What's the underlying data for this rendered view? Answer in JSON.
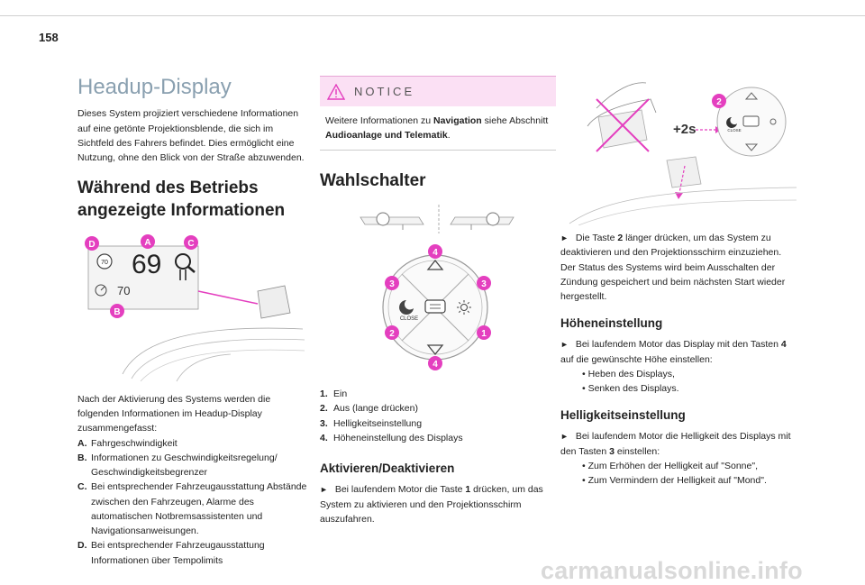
{
  "page_number": "158",
  "col1": {
    "title": "Headup-Display",
    "intro": "Dieses System projiziert verschiedene Informationen auf eine getönte Projektionsblende, die sich im Sichtfeld des Fahrers befindet. Dies ermöglicht eine Nutzung, ohne den Blick von der Straße abzuwenden.",
    "heading_line1": "Während des Betriebs",
    "heading_line2": "angezeigte Informationen",
    "display": {
      "speed": "69",
      "limit_sign": "70",
      "cruise": "70",
      "labels": [
        "D",
        "A",
        "C",
        "B"
      ]
    },
    "after": "Nach der Aktivierung des Systems werden die folgenden Informationen im Headup-Display zusammengefasst:",
    "items": [
      {
        "key": "A.",
        "text": "Fahrgeschwindigkeit"
      },
      {
        "key": "B.",
        "text": "Informationen zu Geschwindigkeitsregelung/ Geschwindigkeitsbegrenzer"
      },
      {
        "key": "C.",
        "text": "Bei entsprechender Fahrzeugausstattung Abstände zwischen den Fahrzeugen, Alarme des automatischen Notbremsassistenten und Navigationsanweisungen."
      },
      {
        "key": "D.",
        "text": "Bei entsprechender Fahrzeugausstattung Informationen über Tempolimits"
      }
    ]
  },
  "col2": {
    "notice_title": "NOTICE",
    "notice_pre": "Weitere Informationen zu ",
    "notice_bold1": "Navigation",
    "notice_mid": " siehe Abschnitt ",
    "notice_bold2": "Audioanlage und Telematik",
    "notice_end": ".",
    "heading": "Wahlschalter",
    "switch_labels": {
      "close": "CLOSE",
      "n1": "1",
      "n2": "2",
      "n3a": "3",
      "n3b": "3",
      "n4a": "4",
      "n4b": "4"
    },
    "items": [
      {
        "key": "1.",
        "text": "Ein"
      },
      {
        "key": "2.",
        "text": "Aus (lange drücken)"
      },
      {
        "key": "3.",
        "text": "Helligkeitseinstellung"
      },
      {
        "key": "4.",
        "text": "Höheneinstellung des Displays"
      }
    ],
    "subheading": "Aktivieren/Deaktivieren",
    "para_pre": "Bei laufendem Motor die Taste ",
    "para_bold": "1",
    "para_post": " drücken, um das System zu aktivieren und den Projektionsschirm auszufahren."
  },
  "col3": {
    "figure": {
      "label2s": "+2s",
      "num": "2",
      "close": "CLOSE"
    },
    "para1_pre": "Die Taste ",
    "para1_bold": "2",
    "para1_post": " länger drücken, um das System zu deaktivieren und den Projektionsschirm einzuziehen.",
    "para2": "Der Status des Systems wird beim Ausschalten der Zündung gespeichert und beim nächsten Start wieder hergestellt.",
    "heading_height": "Höheneinstellung",
    "height_pre": "Bei laufendem Motor das Display mit den Tasten ",
    "height_bold": "4",
    "height_post": " auf die gewünschte Höhe einstellen:",
    "height_bullets": [
      "Heben des Displays,",
      "Senken des Displays."
    ],
    "heading_bright": "Helligkeitseinstellung",
    "bright_pre": "Bei laufendem Motor die Helligkeit des Displays mit den Tasten ",
    "bright_bold": "3",
    "bright_post": " einstellen:",
    "bright_bullets": [
      "Zum Erhöhen der Helligkeit auf \"Sonne\",",
      "Zum Vermindern der Helligkeit auf \"Mond\"."
    ]
  },
  "watermark": "carmanualsonline.info",
  "colors": {
    "accent_magenta": "#e43fbf",
    "title_blue": "#8aa0b0",
    "notice_bg": "#fbe0f4"
  }
}
